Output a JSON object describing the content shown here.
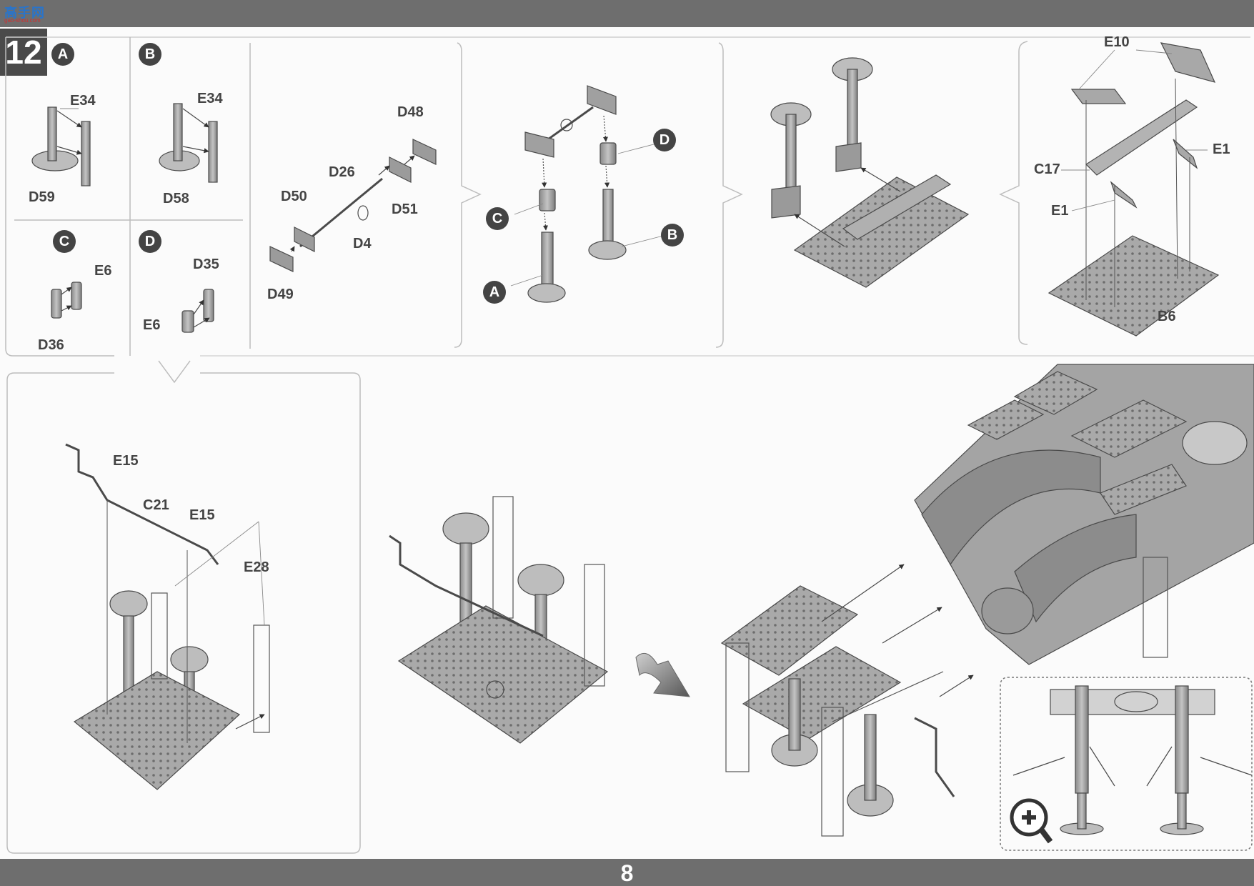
{
  "watermark": {
    "brand": "高手网",
    "url": "gao-shou.com"
  },
  "step": {
    "number": "12"
  },
  "callouts": {
    "a": "A",
    "b": "B",
    "c": "C",
    "d": "D"
  },
  "parts": {
    "e34_a": "E34",
    "d59": "D59",
    "e34_b": "E34",
    "d58": "D58",
    "e6_c": "E6",
    "d36": "D36",
    "d35": "D35",
    "e6_d": "E6",
    "d48": "D48",
    "d26": "D26",
    "d50": "D50",
    "d51": "D51",
    "d4": "D4",
    "d49": "D49",
    "e10": "E10",
    "e1_top": "E1",
    "c17": "C17",
    "e1_left": "E1",
    "b6": "B6",
    "e15_left": "E15",
    "c21": "C21",
    "e15_right": "E15",
    "e28": "E28"
  },
  "footer": {
    "page_number": "8"
  },
  "icons": [
    "zoom-in-icon",
    "next-step-arrow-icon"
  ]
}
